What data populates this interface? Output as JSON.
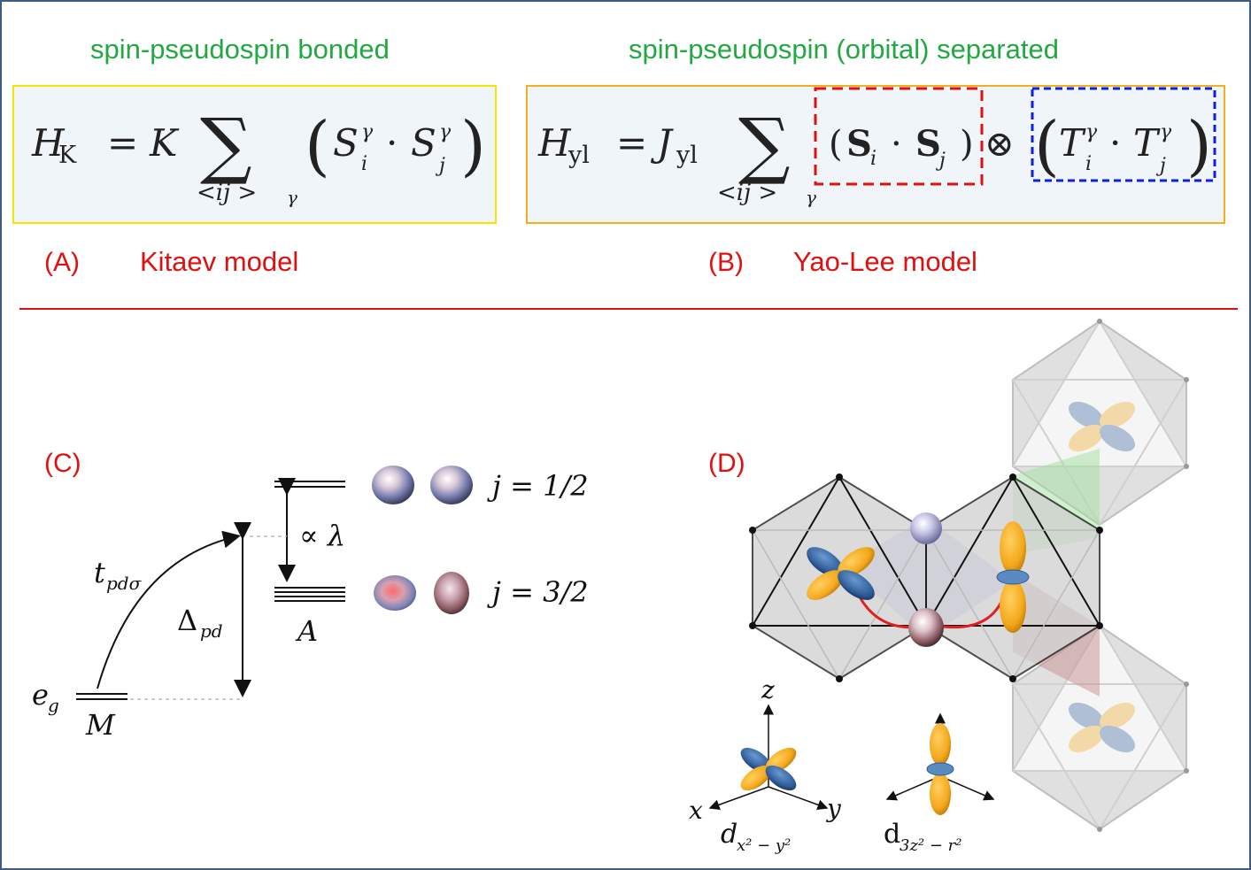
{
  "headings": {
    "bonded": "spin-pseudospin bonded",
    "separated": "spin-pseudospin (orbital) separated"
  },
  "panel_a": {
    "tag": "(A)",
    "model": "Kitaev model",
    "h": "H",
    "h_sub": "K",
    "coupling": "K",
    "sum_sub": "<ij >",
    "gamma": "γ",
    "s": "S",
    "i": "i",
    "j": "j",
    "dot": "·",
    "eq": "="
  },
  "panel_b": {
    "tag": "(B)",
    "model": "Yao-Lee model",
    "h": "H",
    "h_sub": "yl",
    "coupling": "J",
    "coupling_sub": "yl",
    "sum_sub": "<ij >",
    "gamma": "γ",
    "spin": "S",
    "t": "T",
    "i": "i",
    "j": "j",
    "otimes": "⊗",
    "eq": "=",
    "dot": "·"
  },
  "panel_c": {
    "tag": "(C)",
    "j_half": "j = 1/2",
    "j_three_half": "j = 3/2",
    "soc": "∝ λ",
    "t_main": "t",
    "t_sub": "pdσ",
    "delta_main": "Δ",
    "delta_sub": "pd",
    "eg_main": "e",
    "eg_sub": "g",
    "m_label": "M",
    "a_label": "A"
  },
  "panel_d": {
    "tag": "(D)",
    "axis_z": "z",
    "axis_x": "x",
    "axis_y": "y",
    "d_main": "d",
    "dxy_sub": "x² − y²",
    "dz_sub": "3z² − r²"
  },
  "colors": {
    "heading_green": "#22a843",
    "label_red": "#e01010",
    "box_yellow": "#f2e600",
    "box_orange": "#f0b020",
    "dash_red": "#e01010",
    "dash_blue": "#1020e0",
    "frame_blue": "#3e5b84",
    "orbital_orange": "#f4a81c",
    "orbital_blue": "#2f5d9a"
  }
}
